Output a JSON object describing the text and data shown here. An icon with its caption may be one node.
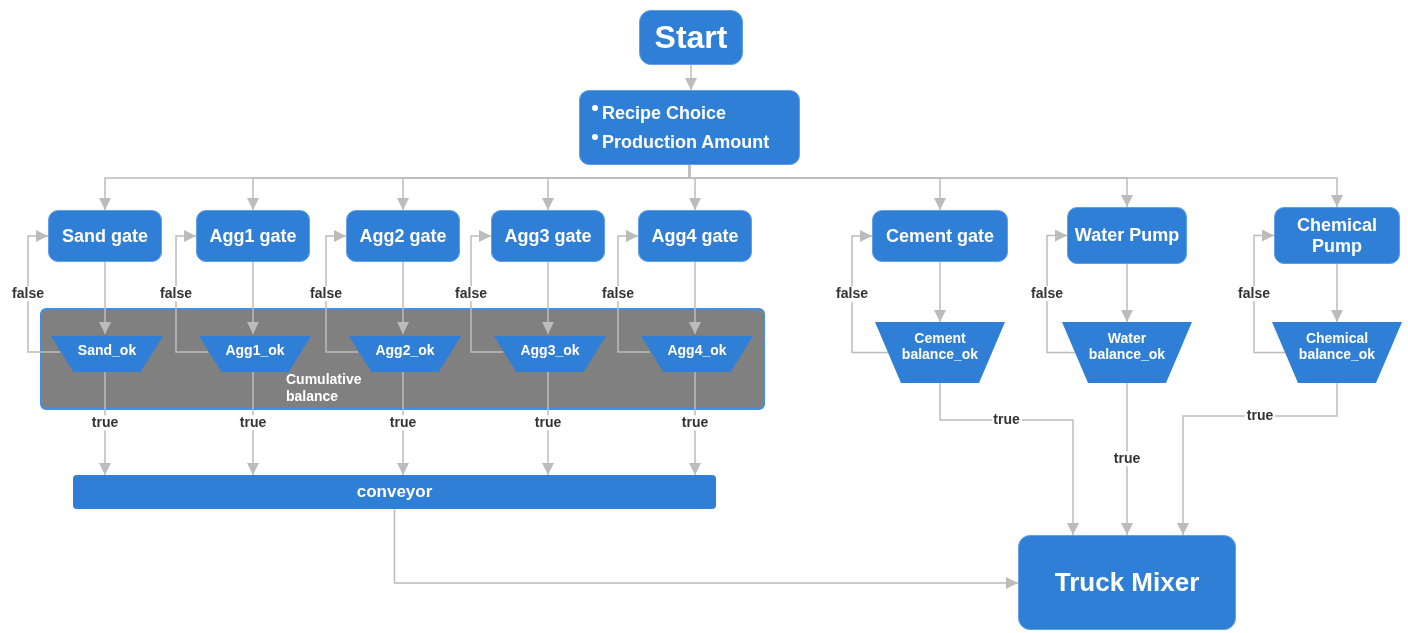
{
  "diagram": {
    "nodes": [
      {
        "text": [
          "Start"
        ]
      },
      {
        "text": [
          "Recipe Choice",
          "Production Amount"
        ]
      },
      {
        "text": [
          "Sand gate"
        ]
      },
      {
        "text": [
          "Agg1 gate"
        ]
      },
      {
        "text": [
          "Agg2 gate"
        ]
      },
      {
        "text": [
          "Agg3 gate"
        ]
      },
      {
        "text": [
          "Agg4 gate"
        ]
      },
      {
        "text": [
          "Cement gate"
        ]
      },
      {
        "text": [
          "Water Pump"
        ]
      },
      {
        "text": [
          "Chemical Pump"
        ]
      },
      {
        "text": [
          "Cumulative balance"
        ]
      },
      {
        "text": [
          "Sand_ok"
        ],
        "in": 10
      },
      {
        "text": [
          "Agg1_ok"
        ],
        "in": 10
      },
      {
        "text": [
          "Agg2_ok"
        ],
        "in": 10
      },
      {
        "text": [
          "Agg3_ok"
        ],
        "in": 10
      },
      {
        "text": [
          "Agg4_ok"
        ],
        "in": 10
      },
      {
        "text": [
          "Cement balance_ok"
        ]
      },
      {
        "text": [
          "Water balance_ok"
        ]
      },
      {
        "text": [
          "Chemical balance_ok"
        ]
      },
      {
        "text": [
          "conveyor"
        ]
      },
      {
        "text": [
          "Truck Mixer"
        ]
      }
    ],
    "edges": [
      {
        "from": 0,
        "to": 1,
        "arrow": "to"
      },
      {
        "from": 1,
        "to": 2,
        "arrow": "to"
      },
      {
        "from": 1,
        "to": 3,
        "arrow": "to"
      },
      {
        "from": 1,
        "to": 4,
        "arrow": "to"
      },
      {
        "from": 1,
        "to": 5,
        "arrow": "to"
      },
      {
        "from": 1,
        "to": 6,
        "arrow": "to"
      },
      {
        "from": 1,
        "to": 7,
        "arrow": "to"
      },
      {
        "from": 1,
        "to": 8,
        "arrow": "to"
      },
      {
        "from": 1,
        "to": 9,
        "arrow": "to"
      },
      {
        "from": 2,
        "to": 11,
        "arrow": "to"
      },
      {
        "from": 3,
        "to": 12,
        "arrow": "to"
      },
      {
        "from": 4,
        "to": 13,
        "arrow": "to"
      },
      {
        "from": 5,
        "to": 14,
        "arrow": "to"
      },
      {
        "from": 6,
        "to": 15,
        "arrow": "to"
      },
      {
        "from": 7,
        "to": 16,
        "arrow": "to"
      },
      {
        "from": 8,
        "to": 17,
        "arrow": "to"
      },
      {
        "from": 9,
        "to": 18,
        "arrow": "to"
      },
      {
        "from": 11,
        "to": 2,
        "arrow": "to",
        "label": "false"
      },
      {
        "from": 12,
        "to": 3,
        "arrow": "to",
        "label": "false"
      },
      {
        "from": 13,
        "to": 4,
        "arrow": "to",
        "label": "false"
      },
      {
        "from": 14,
        "to": 5,
        "arrow": "to",
        "label": "false"
      },
      {
        "from": 15,
        "to": 6,
        "arrow": "to",
        "label": "false"
      },
      {
        "from": 16,
        "to": 7,
        "arrow": "to",
        "label": "false"
      },
      {
        "from": 17,
        "to": 8,
        "arrow": "to",
        "label": "false"
      },
      {
        "from": 18,
        "to": 9,
        "arrow": "to",
        "label": "false"
      },
      {
        "from": 11,
        "to": 19,
        "arrow": "to",
        "label": "true"
      },
      {
        "from": 12,
        "to": 19,
        "arrow": "to",
        "label": "true"
      },
      {
        "from": 13,
        "to": 19,
        "arrow": "to",
        "label": "true"
      },
      {
        "from": 14,
        "to": 19,
        "arrow": "to",
        "label": "true"
      },
      {
        "from": 15,
        "to": 19,
        "arrow": "to",
        "label": "true"
      },
      {
        "from": 16,
        "to": 20,
        "arrow": "to",
        "label": "true"
      },
      {
        "from": 17,
        "to": 20,
        "arrow": "to",
        "label": "true"
      },
      {
        "from": 18,
        "to": 20,
        "arrow": "to",
        "label": "true"
      },
      {
        "from": 19,
        "to": 20,
        "arrow": "to"
      }
    ]
  }
}
